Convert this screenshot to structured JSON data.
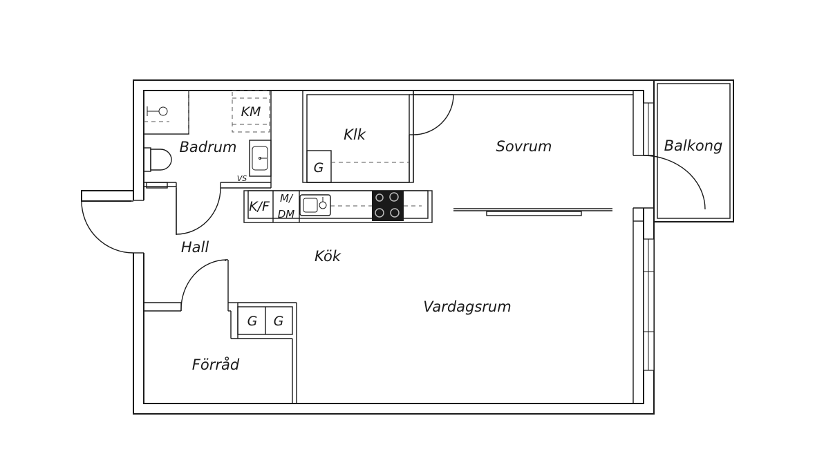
{
  "rooms": {
    "badrum": "Badrum",
    "klk": "Klk",
    "sovrum": "Sovrum",
    "balkong": "Balkong",
    "hall": "Hall",
    "kok": "Kök",
    "vardagsrum": "Vardagsrum",
    "forrad": "Förråd"
  },
  "fixtures": {
    "km": "KM",
    "vs": "VS",
    "kf": "K/F",
    "m": "M/",
    "dm": "DM",
    "g_klk": "G",
    "g_forrad_1": "G",
    "g_forrad_2": "G"
  }
}
